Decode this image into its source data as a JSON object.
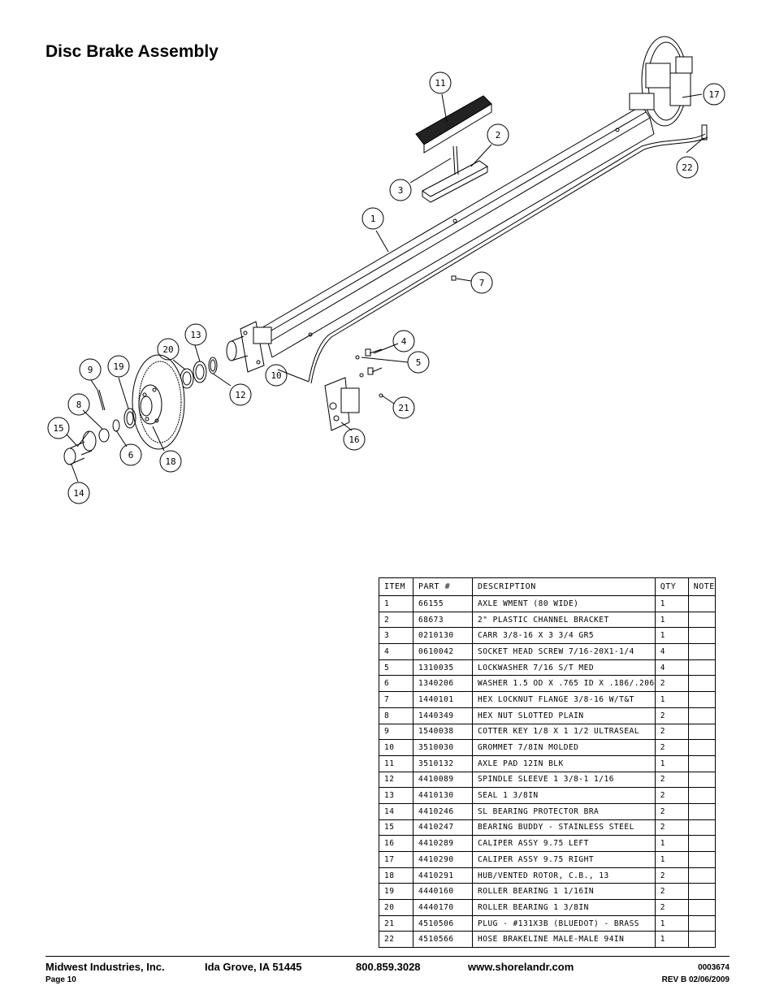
{
  "page_title": "Disc Brake Assembly",
  "callouts": [
    "1",
    "2",
    "3",
    "4",
    "5",
    "6",
    "7",
    "8",
    "9",
    "10",
    "11",
    "12",
    "13",
    "14",
    "15",
    "16",
    "17",
    "18",
    "19",
    "20",
    "21",
    "22"
  ],
  "table": {
    "headers": [
      "ITEM",
      "PART #",
      "DESCRIPTION",
      "QTY",
      "NOTE"
    ],
    "rows": [
      [
        "1",
        "66155",
        "AXLE WMENT (80 WIDE)",
        "1",
        ""
      ],
      [
        "2",
        "68673",
        "2\" PLASTIC CHANNEL BRACKET",
        "1",
        ""
      ],
      [
        "3",
        "0210130",
        "CARR 3/8-16 X 3 3/4 GR5",
        "1",
        ""
      ],
      [
        "4",
        "0610042",
        "SOCKET HEAD SCREW 7/16-20X1-1/4",
        "4",
        ""
      ],
      [
        "5",
        "1310035",
        "LOCKWASHER 7/16 S/T MED",
        "4",
        ""
      ],
      [
        "6",
        "1340206",
        "WASHER 1.5 OD X .765 ID X .186/.206",
        "2",
        ""
      ],
      [
        "7",
        "1440101",
        "HEX LOCKNUT FLANGE 3/8-16 W/T&T",
        "1",
        ""
      ],
      [
        "8",
        "1440349",
        "HEX NUT SLOTTED PLAIN",
        "2",
        ""
      ],
      [
        "9",
        "1540038",
        "COTTER KEY 1/8 X 1 1/2 ULTRASEAL",
        "2",
        ""
      ],
      [
        "10",
        "3510030",
        "GROMMET  7/8IN MOLDED",
        "2",
        ""
      ],
      [
        "11",
        "3510132",
        "AXLE PAD 12IN  BLK",
        "1",
        ""
      ],
      [
        "12",
        "4410089",
        "SPINDLE SLEEVE  1 3/8-1 1/16",
        "2",
        ""
      ],
      [
        "13",
        "4410130",
        "SEAL  1 3/8IN",
        "2",
        ""
      ],
      [
        "14",
        "4410246",
        "SL BEARING PROTECTOR BRA",
        "2",
        ""
      ],
      [
        "15",
        "4410247",
        "BEARING BUDDY - STAINLESS STEEL",
        "2",
        ""
      ],
      [
        "16",
        "4410289",
        "CALIPER ASSY 9.75 LEFT",
        "1",
        ""
      ],
      [
        "17",
        "4410290",
        "CALIPER ASSY 9.75 RIGHT",
        "1",
        ""
      ],
      [
        "18",
        "4410291",
        "HUB/VENTED ROTOR, C.B.,  13",
        "2",
        ""
      ],
      [
        "19",
        "4440160",
        "ROLLER BEARING   1 1/16IN",
        "2",
        ""
      ],
      [
        "20",
        "4440170",
        "ROLLER BEARING   1 3/8IN",
        "2",
        ""
      ],
      [
        "21",
        "4510506",
        "PLUG - #131X3B (BLUEDOT) - BRASS",
        "1",
        ""
      ],
      [
        "22",
        "4510566",
        "HOSE BRAKELINE MALE-MALE 94IN",
        "1",
        ""
      ]
    ]
  },
  "footer": {
    "company": "Midwest Industries, Inc.",
    "location": "Ida Grove, IA  51445",
    "phone": "800.859.3028",
    "website": "www.shorelandr.com",
    "doc_number": "0003674",
    "page": "Page 10",
    "revision": "REV B  02/06/2009"
  }
}
